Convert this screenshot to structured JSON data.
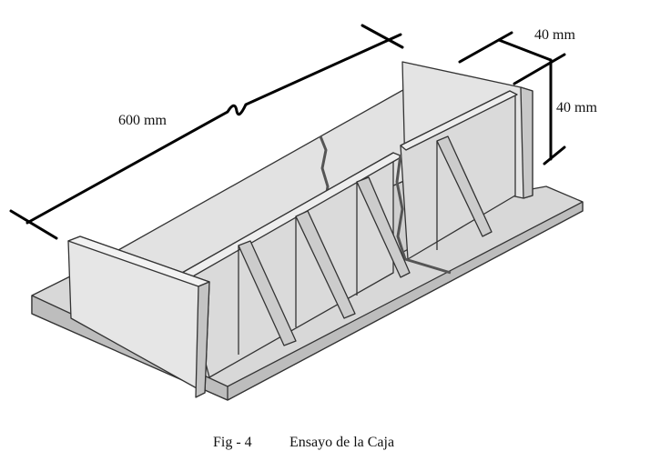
{
  "figure": {
    "caption_number": "Fig - 4",
    "caption_title": "Ensayo de la Caja"
  },
  "dimensions": {
    "length": "600 mm",
    "width": "40 mm",
    "height": "40 mm"
  }
}
